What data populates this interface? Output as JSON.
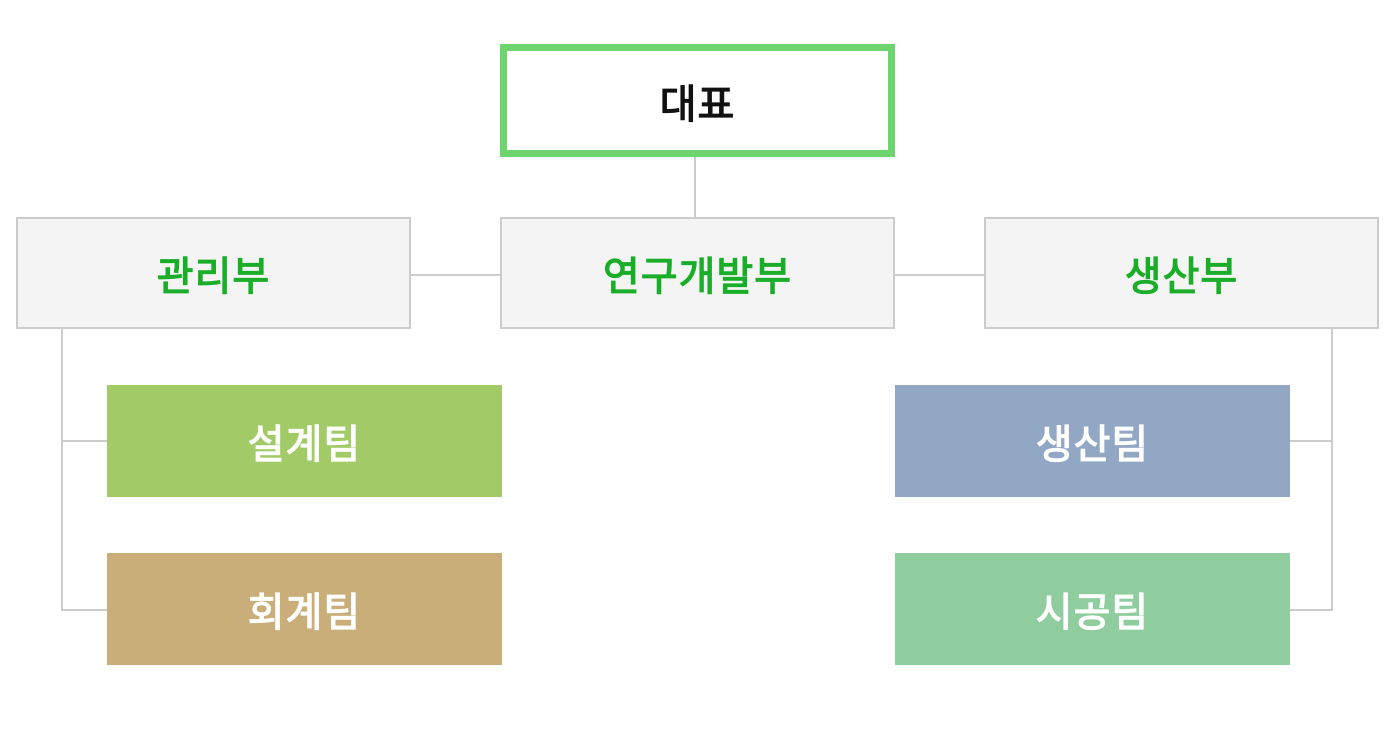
{
  "chart": {
    "ceo": {
      "label": "대표",
      "border_color": "#6dd46e"
    },
    "departments": [
      {
        "label": "관리부"
      },
      {
        "label": "연구개발부"
      },
      {
        "label": "생산부"
      }
    ],
    "teams": [
      {
        "label": "설계팀",
        "color": "#a2cb68",
        "department": "관리부"
      },
      {
        "label": "회계팀",
        "color": "#c9ae7a",
        "department": "관리부"
      },
      {
        "label": "생산팀",
        "color": "#91a7c4",
        "department": "생산부"
      },
      {
        "label": "시공팀",
        "color": "#8fcc9e",
        "department": "생산부"
      }
    ],
    "department_text_color": "#1aae28",
    "connector_color": "#cccccc"
  }
}
